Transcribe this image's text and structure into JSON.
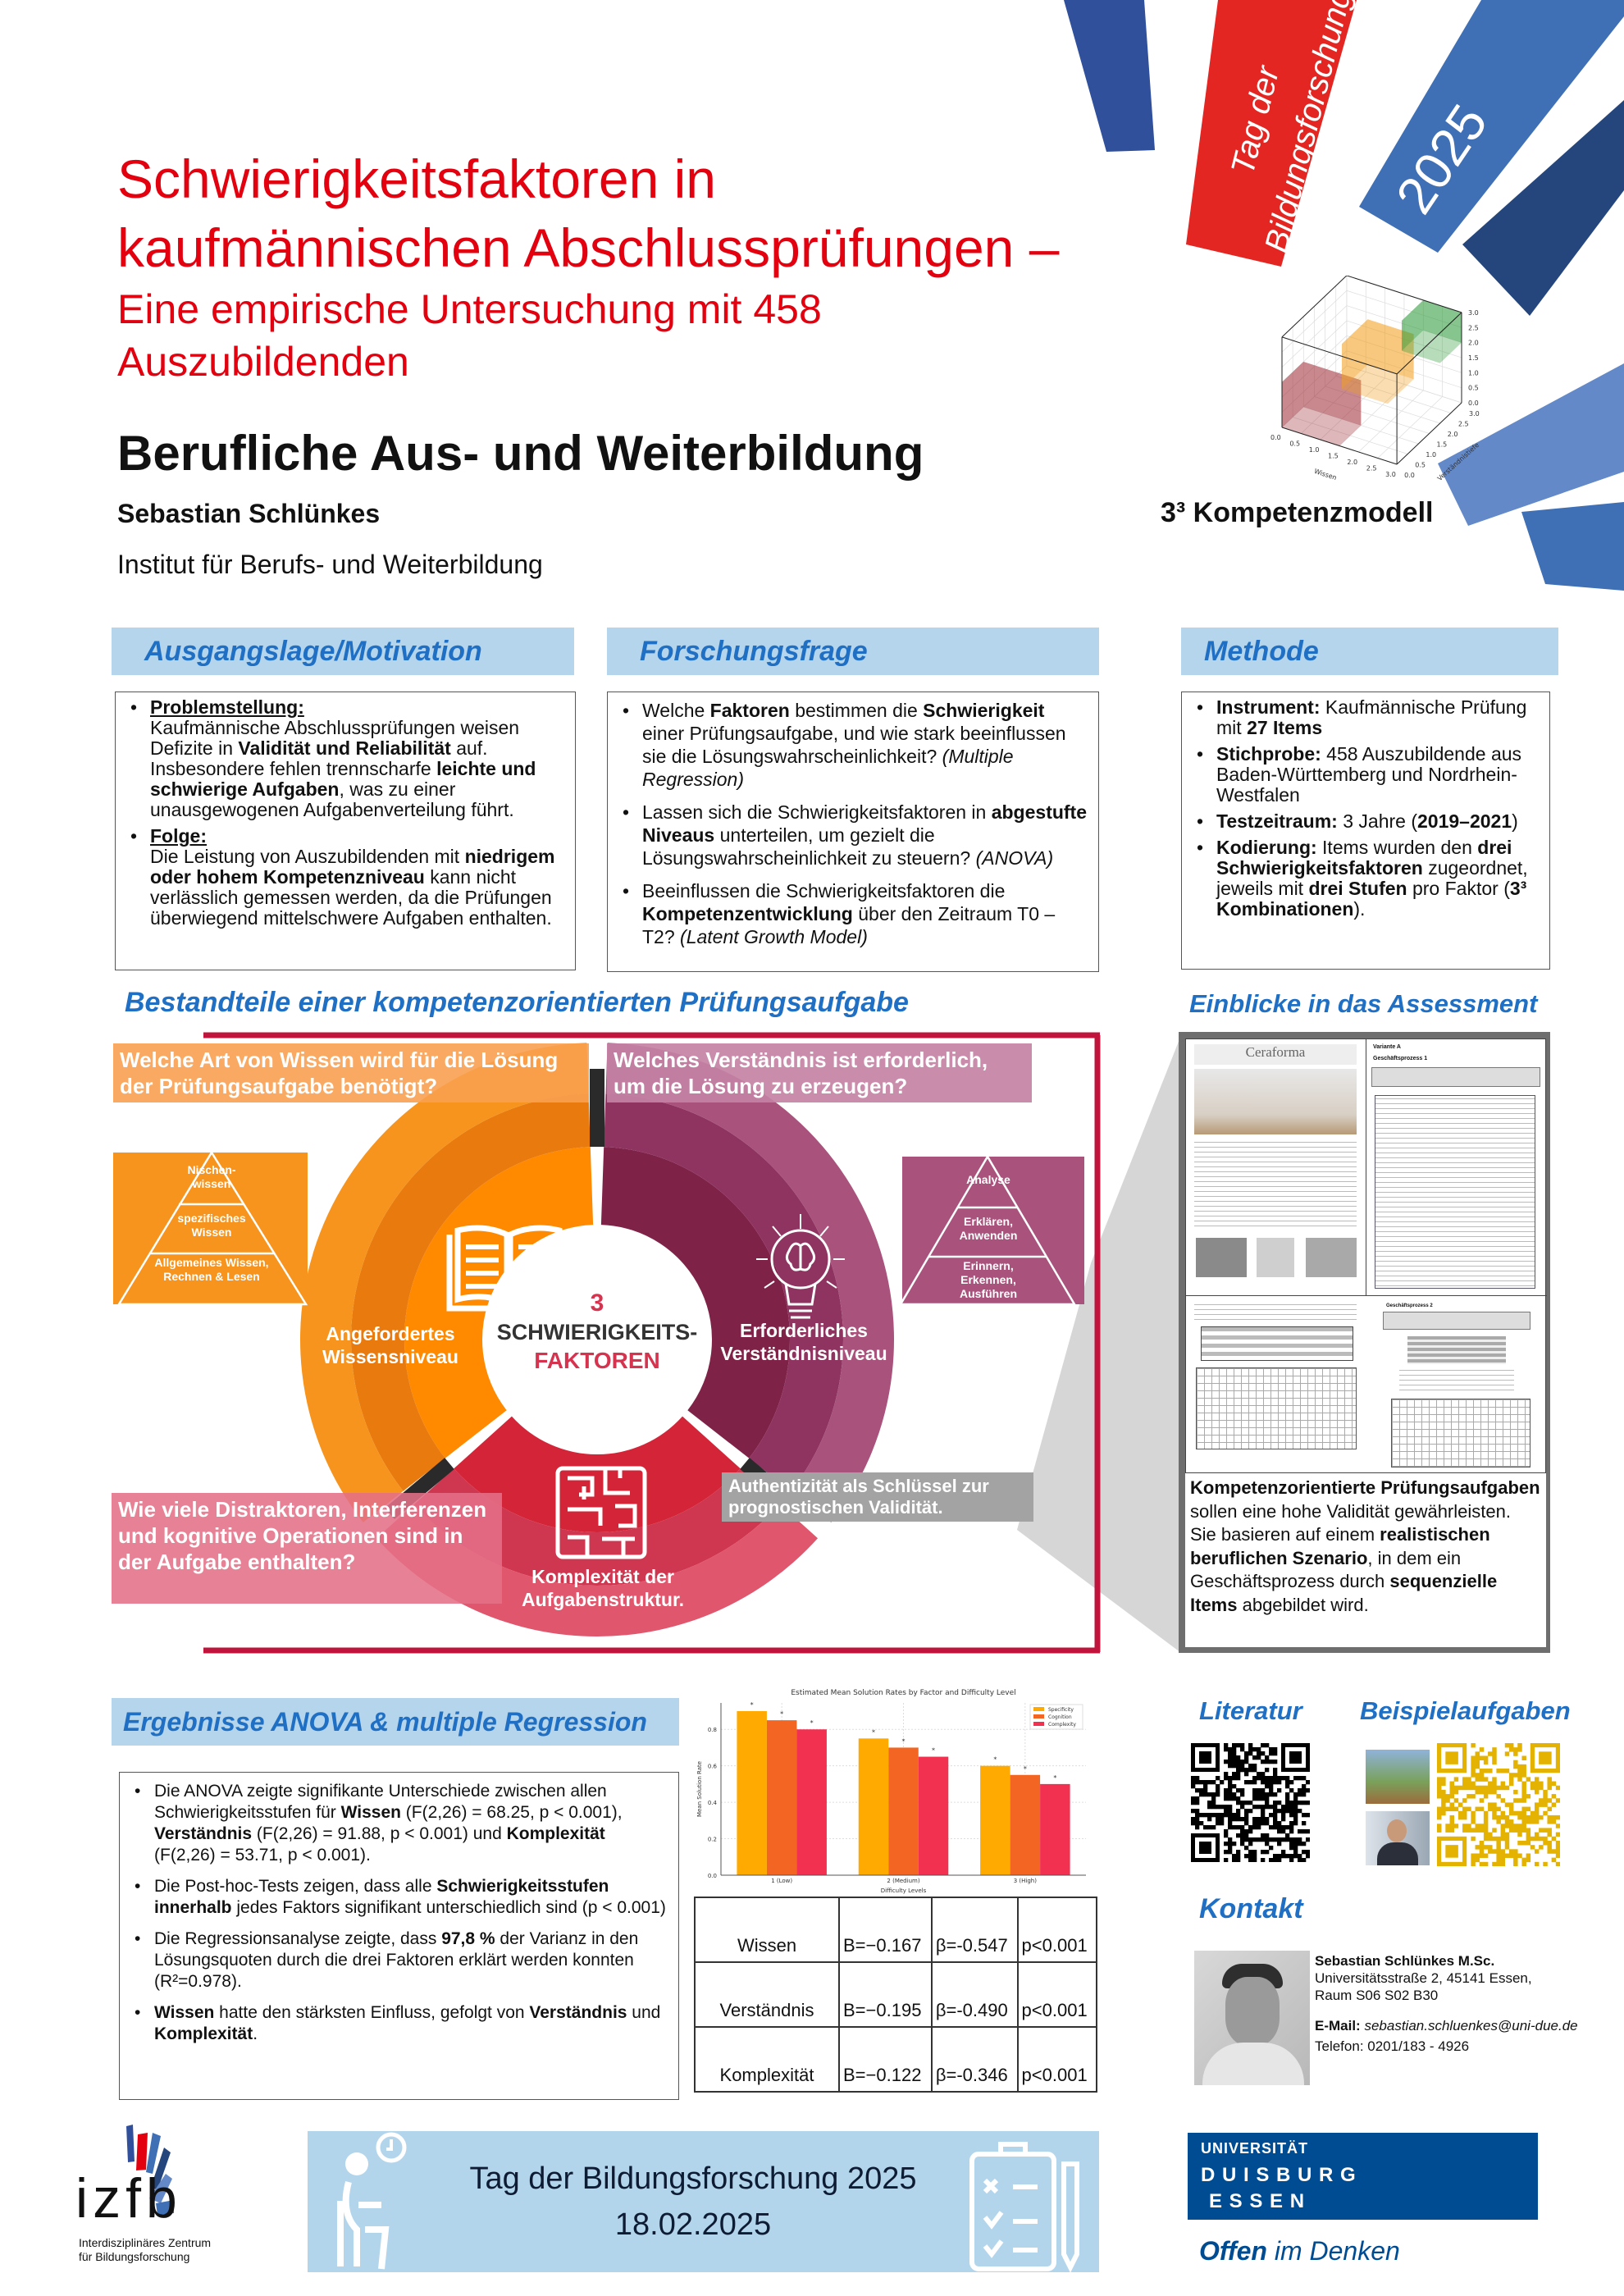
{
  "header": {
    "title_lines": [
      "Schwierigkeitsfaktoren in",
      "kaufmännischen Abschlussprüfungen –"
    ],
    "subtitle_lines": [
      "Eine empirische Untersuchung mit 458",
      "Auszubildenden"
    ],
    "track": "Berufliche Aus- und Weiterbildung",
    "author": "Sebastian Schlünkes",
    "institute": "Institut für Berufs- und Weiterbildung",
    "banner_event_lines": [
      "Tag der",
      "Bildungsforschung"
    ],
    "banner_year": "2025"
  },
  "kompetenzmodell": {
    "caption": "3³ Kompetenzmodell",
    "x_label": "Wissen",
    "y_label": "Verständnistiefe",
    "ticks": [
      "0.0",
      "0.5",
      "1.0",
      "1.5",
      "2.0",
      "2.5",
      "3.0"
    ]
  },
  "ausgangslage": {
    "heading": "Ausgangslage/Motivation",
    "items": [
      [
        [
          "Problemstellung:",
          "bu"
        ],
        [
          "Kaufmännische Abschlussprüfungen weisen Defizite in ",
          "n"
        ],
        [
          "Validität und Reliabilität",
          "b"
        ],
        [
          " auf. Insbesondere fehlen trennscharfe ",
          ""
        ],
        [
          "leichte und schwierige Aufgaben",
          "b"
        ],
        [
          ", was zu einer unausgewogenen Aufgabenverteilung führt.",
          ""
        ]
      ],
      [
        [
          "Folge:",
          "bu"
        ],
        [
          "Die Leistung von Auszubildenden mit ",
          "n"
        ],
        [
          "niedrigem oder hohem Kompetenzniveau",
          "b"
        ],
        [
          " kann nicht verlässlich gemessen werden, da die Prüfungen überwiegend mittelschwere Aufgaben enthalten.",
          ""
        ]
      ]
    ]
  },
  "forschungsfrage": {
    "heading": "Forschungsfrage",
    "items": [
      [
        [
          "Welche ",
          ""
        ],
        [
          "Faktoren",
          "b"
        ],
        [
          " bestimmen die ",
          ""
        ],
        [
          "Schwierigkeit",
          "b"
        ],
        [
          " einer Prüfungsaufgabe, und wie stark beeinflussen sie die Lösungswahrscheinlichkeit? ",
          ""
        ],
        [
          "(Multiple Regression)",
          "i"
        ]
      ],
      [
        [
          "Lassen sich die Schwierigkeitsfaktoren in ",
          ""
        ],
        [
          "abgestufte Niveaus",
          "b"
        ],
        [
          " unterteilen, um gezielt die Lösungswahrscheinlichkeit zu steuern? ",
          ""
        ],
        [
          "(ANOVA)",
          "i"
        ]
      ],
      [
        [
          "Beeinflussen die Schwierigkeitsfaktoren die ",
          ""
        ],
        [
          "Kompetenzentwicklung",
          "b"
        ],
        [
          " über den Zeitraum T0 – T2? ",
          ""
        ],
        [
          "(Latent Growth Model)",
          "i"
        ]
      ]
    ]
  },
  "methode": {
    "heading": "Methode",
    "items": [
      [
        [
          "Instrument:",
          "b"
        ],
        [
          " Kaufmännische Prüfung mit ",
          ""
        ],
        [
          "27 Items",
          "b"
        ]
      ],
      [
        [
          "Stichprobe:",
          "b"
        ],
        [
          " 458 Auszubildende aus Baden-Württemberg und Nordrhein-Westfalen",
          ""
        ]
      ],
      [
        [
          "Testzeitraum:",
          "b"
        ],
        [
          " 3 Jahre (",
          ""
        ],
        [
          "2019–2021",
          "b"
        ],
        [
          ")",
          ""
        ]
      ],
      [
        [
          "Kodierung:",
          "b"
        ],
        [
          " Items wurden den ",
          ""
        ],
        [
          "drei Schwierigkeitsfaktoren",
          "b"
        ],
        [
          " zugeordnet, jeweils mit ",
          ""
        ],
        [
          "drei Stufen",
          "b"
        ],
        [
          " pro Faktor (",
          ""
        ],
        [
          "3³ Kombinationen",
          "b"
        ],
        [
          ").",
          ""
        ]
      ]
    ]
  },
  "bestandteile": {
    "heading": "Bestandteile einer kompetenzorientierten Prüfungsaufgabe",
    "q_wissen": "Welche Art von Wissen wird für die Lösung der Prüfungsaufgabe benötigt?",
    "q_verstaendnis": "Welches Verständnis ist erforderlich, um die Lösung zu erzeugen?",
    "q_komplex": "Wie viele Distraktoren, Interferenzen und kognitive Operationen sind in der Aufgabe enthalten?",
    "authentizitaet": "Authentizität als Schlüssel zur prognostischen Validität.",
    "center_number": "3",
    "center_line1": "SCHWIERIGKEITS-",
    "center_line2": "FAKTOREN",
    "label_wissen": "Angefordertes Wissensniveau",
    "label_verstaendnis": "Erforderliches Verständnisniveau",
    "label_komplex": "Komplexität der Aufgabenstruktur.",
    "pyramid_wissen": [
      "Nischen-wissen",
      "spezifisches Wissen",
      "Allgemeines Wissen, Rechnen & Lesen"
    ],
    "pyramid_verstaendnis": [
      "Analyse",
      "Erklären, Anwenden",
      "Erinnern, Erkennen, Ausführen"
    ],
    "colors": {
      "orange": "#f7941d",
      "purple": "#a8527c",
      "red": "#d42438",
      "frame": "#c0143c"
    }
  },
  "assessment": {
    "heading": "Einblicke in das Assessment",
    "doc_brand": "Ceraforma",
    "doc_variant": "Variante A",
    "doc_process1": "Geschäftsprozess 1",
    "doc_process2": "Geschäftsprozess 2",
    "text": [
      [
        "Kompetenzorientierte Prüfungsaufgaben",
        "b"
      ],
      [
        " sollen eine hohe Validität gewährleisten. Sie basieren auf einem ",
        ""
      ],
      [
        "realistischen beruflichen Szenario",
        "b"
      ],
      [
        ", in dem ein Geschäftsprozess durch ",
        ""
      ],
      [
        "sequenzielle Items",
        "b"
      ],
      [
        " abgebildet wird.",
        ""
      ]
    ]
  },
  "ergebnisse": {
    "heading": "Ergebnisse ANOVA & multiple Regression",
    "items": [
      [
        [
          "Die ANOVA zeigte signifikante Unterschiede zwischen allen Schwierigkeitsstufen für ",
          ""
        ],
        [
          "Wissen",
          "b"
        ],
        [
          " (F(2,26) = 68.25, p < 0.001), ",
          ""
        ],
        [
          "Verständnis",
          "b"
        ],
        [
          " (F(2,26) = 91.88, p < 0.001) und ",
          ""
        ],
        [
          "Komplexität",
          "b"
        ],
        [
          " (F(2,26) = 53.71, p < 0.001).",
          ""
        ]
      ],
      [
        [
          "Die Post-hoc-Tests zeigen, dass alle ",
          ""
        ],
        [
          "Schwierigkeitsstufen innerhalb",
          "b"
        ],
        [
          " jedes Faktors signifikant unterschiedlich sind (p < 0.001)",
          ""
        ]
      ],
      [
        [
          "Die Regressionsanalyse zeigte, dass ",
          ""
        ],
        [
          "97,8 %",
          "b"
        ],
        [
          " der Varianz in den Lösungsquoten durch die drei Faktoren erklärt werden konnten (R²=0.978).",
          ""
        ]
      ],
      [
        [
          "Wissen",
          "b"
        ],
        [
          " hatte den stärksten Einfluss, gefolgt von ",
          ""
        ],
        [
          "Verständnis",
          "b"
        ],
        [
          " und ",
          ""
        ],
        [
          "Komplexität",
          "b"
        ],
        [
          ".",
          ""
        ]
      ]
    ],
    "regression_table": [
      [
        "Wissen",
        "B=−0.167",
        "β=-0.547",
        "p<0.001"
      ],
      [
        "Verständnis",
        "B=−0.195",
        "β=-0.490",
        "p<0.001"
      ],
      [
        "Komplexität",
        "B=−0.122",
        "β=-0.346",
        "p<0.001"
      ]
    ]
  },
  "chart_data": {
    "type": "bar",
    "title": "Estimated Mean Solution Rates by Factor and Difficulty Level",
    "xlabel": "Difficulty Levels",
    "ylabel": "Mean Solution Rate",
    "categories": [
      "1 (Low)",
      "2 (Medium)",
      "3 (High)"
    ],
    "series": [
      {
        "name": "Specificity",
        "values": [
          0.9,
          0.75,
          0.6
        ],
        "color": "#ffaa00"
      },
      {
        "name": "Cognition",
        "values": [
          0.85,
          0.7,
          0.55
        ],
        "color": "#f26522"
      },
      {
        "name": "Complexity",
        "values": [
          0.8,
          0.65,
          0.5
        ],
        "color": "#f2304f"
      }
    ],
    "annotation": "*",
    "ylim": [
      0,
      0.945
    ],
    "yticks": [
      "0.0",
      "0.2",
      "0.4",
      "0.6",
      "0.8"
    ],
    "grid": true,
    "legend": "top-right"
  },
  "sidebar": {
    "literatur": "Literatur",
    "beispielaufgaben": "Beispielaufgaben",
    "kontakt": "Kontakt",
    "contact_name": "Sebastian Schlünkes M.Sc.",
    "contact_address": "Universitätsstraße 2, 45141 Essen,",
    "contact_room": "Raum S06 S02 B30",
    "email_label": "E-Mail:",
    "email": "sebastian.schluenkes@uni-due.de",
    "phone": "Telefon: 0201/183 - 4926"
  },
  "footer": {
    "izfb_logo": "izfb",
    "izfb_name_lines": [
      "Interdisziplinäres Zentrum",
      "für Bildungsforschung"
    ],
    "event_title": "Tag der Bildungsforschung 2025",
    "event_date": "18.02.2025",
    "ude_line1": "UNIVERSITÄT",
    "ude_line2": "D U I S B U R G",
    "ude_line3": "E S S E N",
    "ude_slogan_bold": "Offen",
    "ude_slogan_rest": " im Denken"
  }
}
